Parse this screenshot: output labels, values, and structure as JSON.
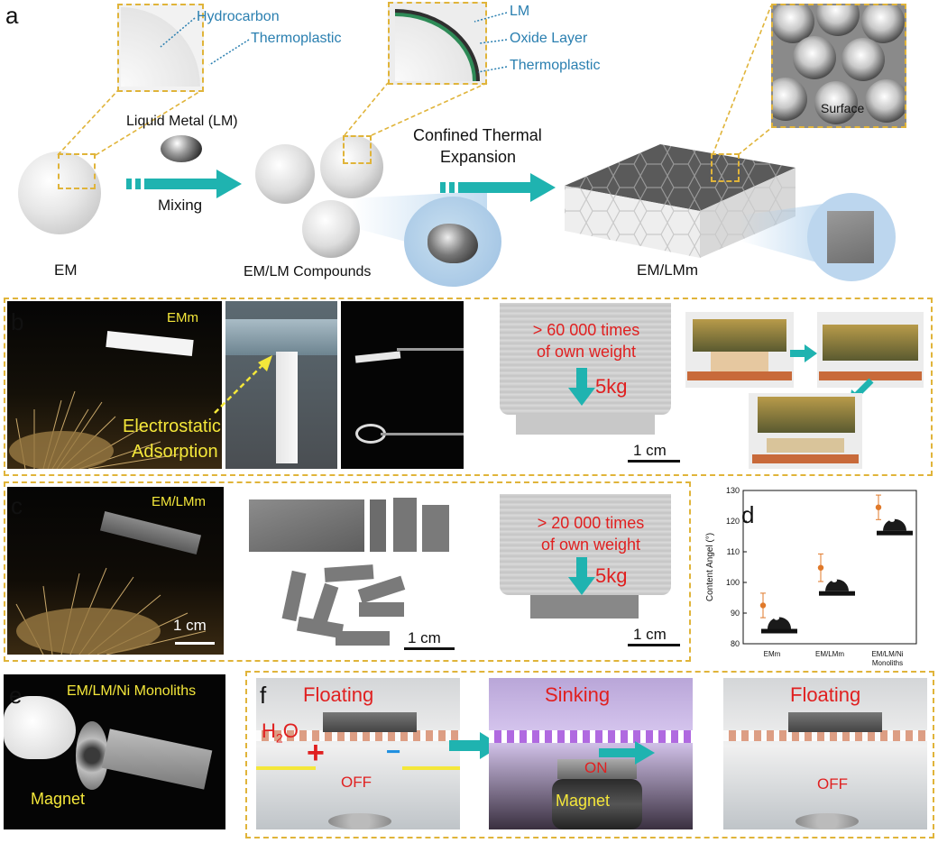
{
  "panel_labels": {
    "a": "a",
    "b": "b",
    "c": "c",
    "d": "d",
    "e": "e",
    "f": "f"
  },
  "panel_a": {
    "inset1": {
      "hydrocarbon": "Hydrocarbon",
      "thermoplastic": "Thermoplastic"
    },
    "inset2": {
      "lm": "LM",
      "oxide": "Oxide Layer",
      "thermoplastic": "Thermoplastic"
    },
    "inset3": {
      "surface": "Surface"
    },
    "liquid_metal": "Liquid Metal (LM)",
    "mixing": "Mixing",
    "confined_line1": "Confined Thermal",
    "confined_line2": "Expansion",
    "em": "EM",
    "em_lm_compounds": "EM/LM Compounds",
    "em_lmm": "EM/LMm"
  },
  "panel_b": {
    "emm": "EMm",
    "electrostatic_line1": "Electrostatic",
    "electrostatic_line2": "Adsorption",
    "load_line1": "> 60 000 times",
    "load_line2": "of own weight",
    "load_mass": "5kg",
    "scale": "1 cm"
  },
  "panel_c": {
    "label": "EM/LMm",
    "scale1": "1 cm",
    "scale2": "1 cm",
    "scale3": "1 cm",
    "load_line1": "> 20 000 times",
    "load_line2": "of own weight",
    "load_mass": "5kg"
  },
  "panel_e": {
    "label": "EM/LM/Ni Monoliths",
    "magnet": "Magnet"
  },
  "panel_f": {
    "floating1": "Floating",
    "sinking": "Sinking",
    "floating2": "Floating",
    "h2o_h": "H",
    "h2o_sub": "2",
    "h2o_o": "O",
    "plus": "+",
    "minus": "−",
    "off1": "OFF",
    "on": "ON",
    "magnet": "Magnet",
    "off2": "OFF"
  },
  "chart_data": {
    "type": "scatter",
    "ylabel": "Content Angel (°)",
    "categories": [
      "EMm",
      "EM/LMm",
      "EM/LM/Ni\nMonoliths"
    ],
    "category_lines": [
      [
        "EMm"
      ],
      [
        "EM/LMm"
      ],
      [
        "EM/LM/Ni",
        "Monoliths"
      ]
    ],
    "values": [
      92.5,
      104.8,
      124.5
    ],
    "errors": [
      4.0,
      4.5,
      4.0
    ],
    "ylim": [
      80,
      130
    ],
    "yticks": [
      "80",
      "90",
      "100",
      "110",
      "120",
      "130"
    ],
    "marker_color": "#e0792a",
    "grid": false,
    "legend": "none"
  },
  "colors": {
    "dash": "#e0b43a",
    "teal": "#1fb3b0",
    "label_blue": "#2a7fb0",
    "red_text": "#e02020",
    "yellow_text": "#f4e73a"
  }
}
